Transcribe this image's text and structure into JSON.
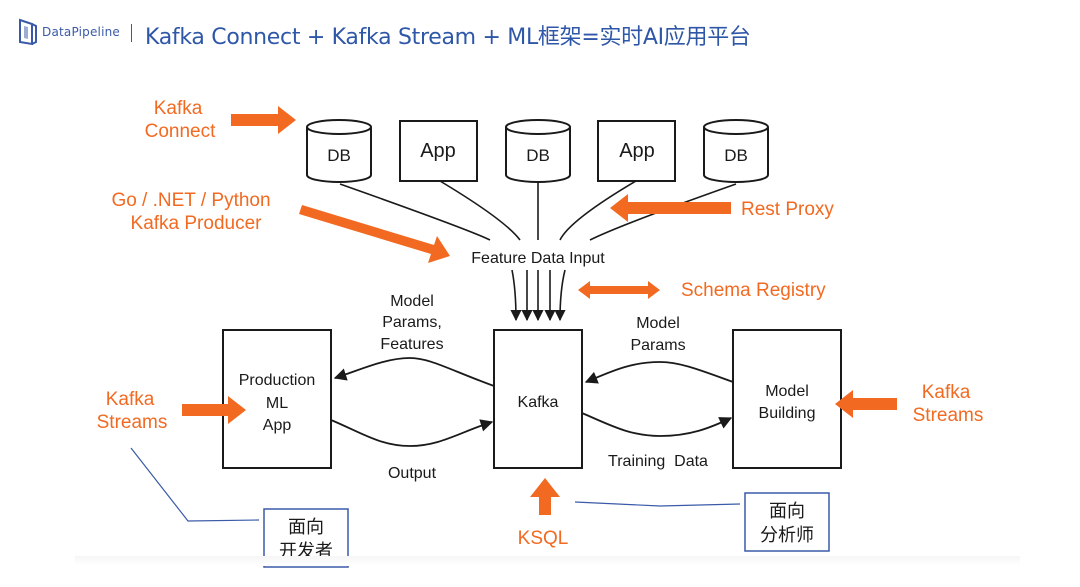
{
  "header": {
    "brand": "DataPipeline",
    "logo_icon": "datapipeline-logo-icon",
    "title": "Kafka Connect + Kafka Stream + ML框架=实时AI应用平台"
  },
  "colors": {
    "brand_blue": "#2f57a8",
    "accent_orange": "#f26a21",
    "line_black": "#1a1a1a",
    "callout_blue": "#3a5aa8"
  },
  "sources": [
    {
      "type": "db",
      "label": "DB"
    },
    {
      "type": "app",
      "label": "App"
    },
    {
      "type": "db",
      "label": "DB"
    },
    {
      "type": "app",
      "label": "App"
    },
    {
      "type": "db",
      "label": "DB"
    }
  ],
  "feature_input_label": "Feature Data Input",
  "nodes": {
    "kafka": "Kafka",
    "production_app": [
      "Production",
      "ML",
      "App"
    ],
    "model_building": [
      "Model",
      "Building"
    ]
  },
  "edges": {
    "to_production": [
      "Model",
      "Params,",
      "Features"
    ],
    "from_production": "Output",
    "from_model_building": [
      "Model",
      "Params"
    ],
    "to_model_building": "Training  Data"
  },
  "annotations": {
    "kafka_connect": [
      "Kafka",
      "Connect"
    ],
    "producer": [
      "Go / .NET / Python",
      "Kafka Producer"
    ],
    "rest_proxy": "Rest Proxy",
    "schema_registry": "Schema Registry",
    "streams_left": [
      "Kafka",
      "Streams"
    ],
    "streams_right": [
      "Kafka",
      "Streams"
    ],
    "ksql": "KSQL"
  },
  "callouts": {
    "developer": [
      "面向",
      "开发者"
    ],
    "analyst": [
      "面向",
      "分析师"
    ]
  }
}
